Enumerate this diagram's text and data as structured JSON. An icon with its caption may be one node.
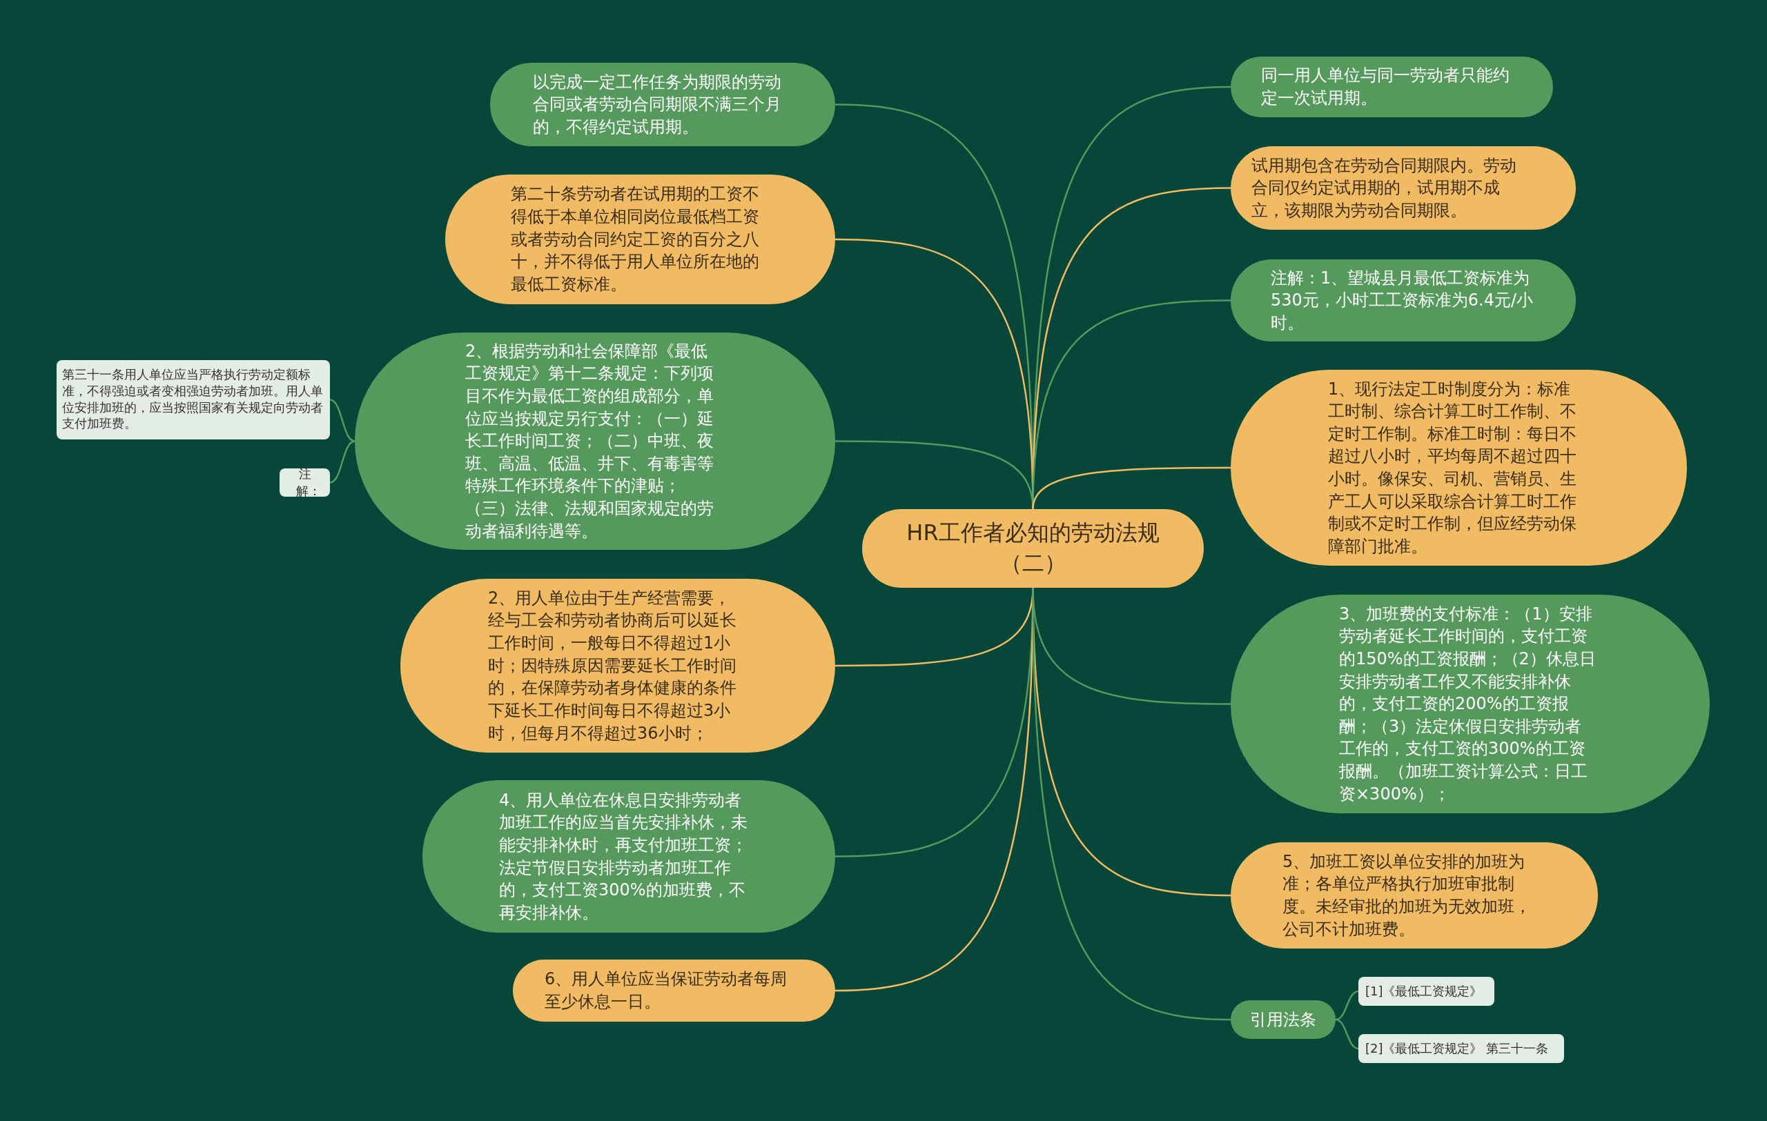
{
  "diagram": {
    "nodes": [
      {
        "text": [
          "HR工作者必知的劳动法规（二）"
        ]
      },
      {
        "text": [
          "以完成一定工作任务为期限的劳动合同或者劳动合同期限不满三个月的，不得约定试用期。"
        ]
      },
      {
        "text": [
          "第二十条劳动者在试用期的工资不得低于本单位相同岗位最低档工资或者劳动合同约定工资的百分之八十，并不得低于用人单位所在地的最低工资标准。"
        ]
      },
      {
        "text": [
          "2、根据劳动和社会保障部《最低工资规定》第十二条规定：下列项目不作为最低工资的组成部分，单位应当按规定另行支付：（一）延长工作时间工资；（二）中班、夜班、高温、低温、井下、有毒害等特殊工作环境条件下的津贴；（三）法律、法规和国家规定的劳动者福利待遇等。"
        ]
      },
      {
        "text": [
          "第三十一条用人单位应当严格执行劳动定额标准，不得强迫或者变相强迫劳动者加班。用人单位安排加班的，应当按照国家有关规定向劳动者支付加班费。"
        ]
      },
      {
        "text": [
          "注解："
        ]
      },
      {
        "text": [
          "2、用人单位由于生产经营需要，经与工会和劳动者协商后可以延长工作时间，一般每日不得超过1小时；因特殊原因需要延长工作时间的，在保障劳动者身体健康的条件下延长工作时间每日不得超过3小时，但每月不得超过36小时；"
        ]
      },
      {
        "text": [
          "4、用人单位在休息日安排劳动者加班工作的应当首先安排补休，未能安排补休时，再支付加班工资；法定节假日安排劳动者加班工作的，支付工资300%的加班费，不再安排补休。"
        ]
      },
      {
        "text": [
          "6、用人单位应当保证劳动者每周至少休息一日。"
        ]
      },
      {
        "text": [
          "同一用人单位与同一劳动者只能约定一次试用期。"
        ]
      },
      {
        "text": [
          "试用期包含在劳动合同期限内。劳动合同仅约定试用期的，试用期不成立，该期限为劳动合同期限。"
        ]
      },
      {
        "text": [
          "注解：1、望城县月最低工资标准为530元，小时工工资标准为6.4元/小时。"
        ]
      },
      {
        "text": [
          "1、现行法定工时制度分为：标准工时制、综合计算工时工作制、不定时工作制。标准工时制：每日不超过八小时，平均每周不超过四十小时。像保安、司机、营销员、生产工人可以采取综合计算工时工作制或不定时工作制，但应经劳动保障部门批准。"
        ]
      },
      {
        "text": [
          "3、加班费的支付标准：（1）安排劳动者延长工作时间的，支付工资的150%的工资报酬；（2）休息日安排劳动者工作又不能安排补休的，支付工资的200%的工资报酬；（3）法定休假日安排劳动者工作的，支付工资的300%的工资报酬。（加班工资计算公式：日工资×300%）；"
        ]
      },
      {
        "text": [
          "5、加班工资以单位安排的加班为准；各单位严格执行加班审批制度。未经审批的加班为无效加班，公司不计加班费。"
        ]
      },
      {
        "text": [
          "引用法条"
        ]
      },
      {
        "text": [
          "[1]《最低工资规定》"
        ]
      },
      {
        "text": [
          "[2]《最低工资规定》 第三十一条"
        ]
      }
    ],
    "edges": [
      {
        "from": 0,
        "to": 1,
        "arrow": "none",
        "color": "#559a5c"
      },
      {
        "from": 0,
        "to": 2,
        "arrow": "none",
        "color": "#f0bb62"
      },
      {
        "from": 0,
        "to": 3,
        "arrow": "none",
        "color": "#559a5c"
      },
      {
        "from": 3,
        "to": 4,
        "arrow": "none",
        "color": "#559a5c"
      },
      {
        "from": 3,
        "to": 5,
        "arrow": "none",
        "color": "#559a5c"
      },
      {
        "from": 0,
        "to": 6,
        "arrow": "none",
        "color": "#f0bb62"
      },
      {
        "from": 0,
        "to": 7,
        "arrow": "none",
        "color": "#559a5c"
      },
      {
        "from": 0,
        "to": 8,
        "arrow": "none",
        "color": "#f0bb62"
      },
      {
        "from": 0,
        "to": 9,
        "arrow": "none",
        "color": "#559a5c"
      },
      {
        "from": 0,
        "to": 10,
        "arrow": "none",
        "color": "#f0bb62"
      },
      {
        "from": 0,
        "to": 11,
        "arrow": "none",
        "color": "#559a5c"
      },
      {
        "from": 0,
        "to": 12,
        "arrow": "none",
        "color": "#f0bb62"
      },
      {
        "from": 0,
        "to": 13,
        "arrow": "none",
        "color": "#559a5c"
      },
      {
        "from": 0,
        "to": 14,
        "arrow": "none",
        "color": "#f0bb62"
      },
      {
        "from": 0,
        "to": 15,
        "arrow": "none",
        "color": "#559a5c"
      },
      {
        "from": 15,
        "to": 16,
        "arrow": "none",
        "color": "#559a5c"
      },
      {
        "from": 15,
        "to": 17,
        "arrow": "none",
        "color": "#559a5c"
      }
    ]
  }
}
